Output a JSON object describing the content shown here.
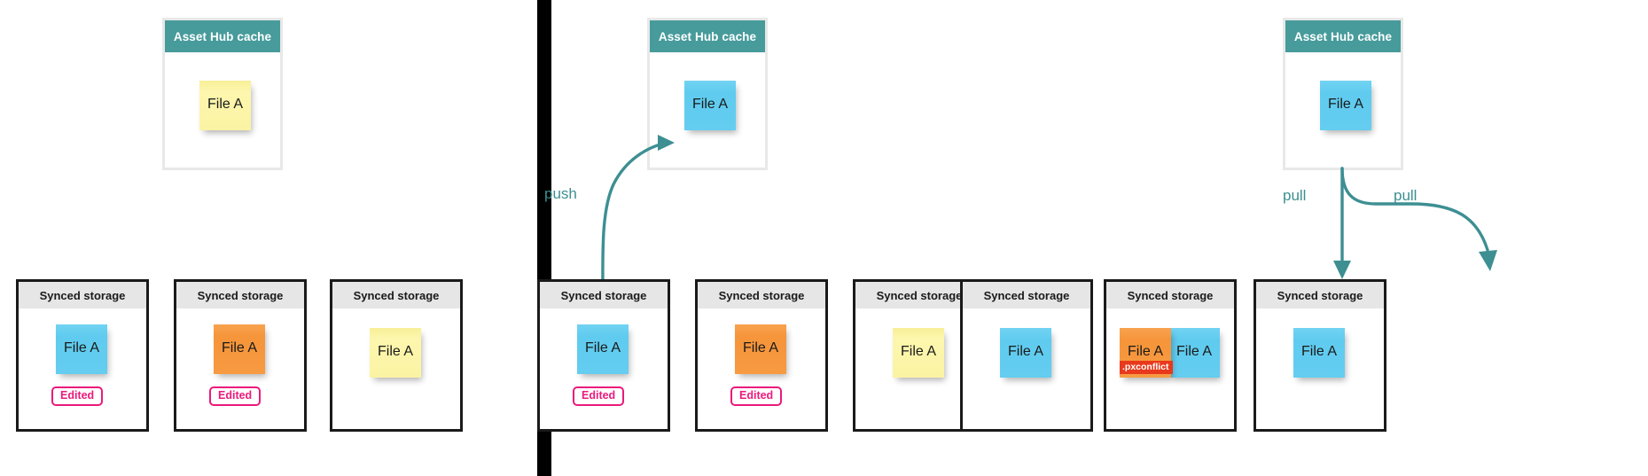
{
  "colors": {
    "teal_header": "#479b9b",
    "teal_arrow": "#3d8f92",
    "store_header": "#e6e6e6",
    "store_border": "#1a1a1a",
    "note_yellow": "#fbf3a3",
    "note_blue": "#64cdf0",
    "note_orange": "#f79a42",
    "badge_pink": "#ea1a7c",
    "tag_red": "#e8391c",
    "divider_black": "#000000",
    "background": "#ffffff"
  },
  "labels": {
    "hub_title": "Asset Hub cache",
    "store_title": "Synced storage",
    "file_name": "File A",
    "edited_badge": "Edited",
    "conflict_tag": ".pxconflict",
    "push": "push",
    "pull": "pull"
  },
  "stages": [
    {
      "id": "stage-1-local-edits",
      "hub": {
        "title": "Asset Hub cache",
        "note": {
          "name": "File A",
          "color": "yellow"
        }
      },
      "stores": [
        {
          "title": "Synced storage",
          "notes": [
            {
              "name": "File A",
              "color": "blue"
            }
          ],
          "badge": "Edited"
        },
        {
          "title": "Synced storage",
          "notes": [
            {
              "name": "File A",
              "color": "orange"
            }
          ],
          "badge": "Edited"
        },
        {
          "title": "Synced storage",
          "notes": [
            {
              "name": "File A",
              "color": "yellow"
            }
          ],
          "badge": ""
        }
      ],
      "arrows": []
    },
    {
      "id": "stage-2-push",
      "hub": {
        "title": "Asset Hub cache",
        "note": {
          "name": "File A",
          "color": "blue"
        }
      },
      "stores": [
        {
          "title": "Synced storage",
          "notes": [
            {
              "name": "File A",
              "color": "blue"
            }
          ],
          "badge": "Edited"
        },
        {
          "title": "Synced storage",
          "notes": [
            {
              "name": "File A",
              "color": "orange"
            }
          ],
          "badge": "Edited"
        },
        {
          "title": "Synced storage",
          "notes": [
            {
              "name": "File A",
              "color": "yellow"
            }
          ],
          "badge": ""
        }
      ],
      "arrows": [
        {
          "label": "push",
          "direction": "up"
        }
      ]
    },
    {
      "id": "stage-3-pull",
      "hub": {
        "title": "Asset Hub cache",
        "note": {
          "name": "File A",
          "color": "blue"
        }
      },
      "stores": [
        {
          "title": "Synced storage",
          "notes": [
            {
              "name": "File A",
              "color": "blue"
            }
          ],
          "badge": ""
        },
        {
          "title": "Synced storage",
          "notes": [
            {
              "name": "File A",
              "color": "orange"
            },
            {
              "name": "File A",
              "color": "blue"
            }
          ],
          "badge": "",
          "conflict_tag": ".pxconflict"
        },
        {
          "title": "Synced storage",
          "notes": [
            {
              "name": "File A",
              "color": "blue"
            }
          ],
          "badge": ""
        }
      ],
      "arrows": [
        {
          "label": "pull",
          "direction": "down"
        },
        {
          "label": "pull",
          "direction": "down"
        }
      ]
    }
  ]
}
